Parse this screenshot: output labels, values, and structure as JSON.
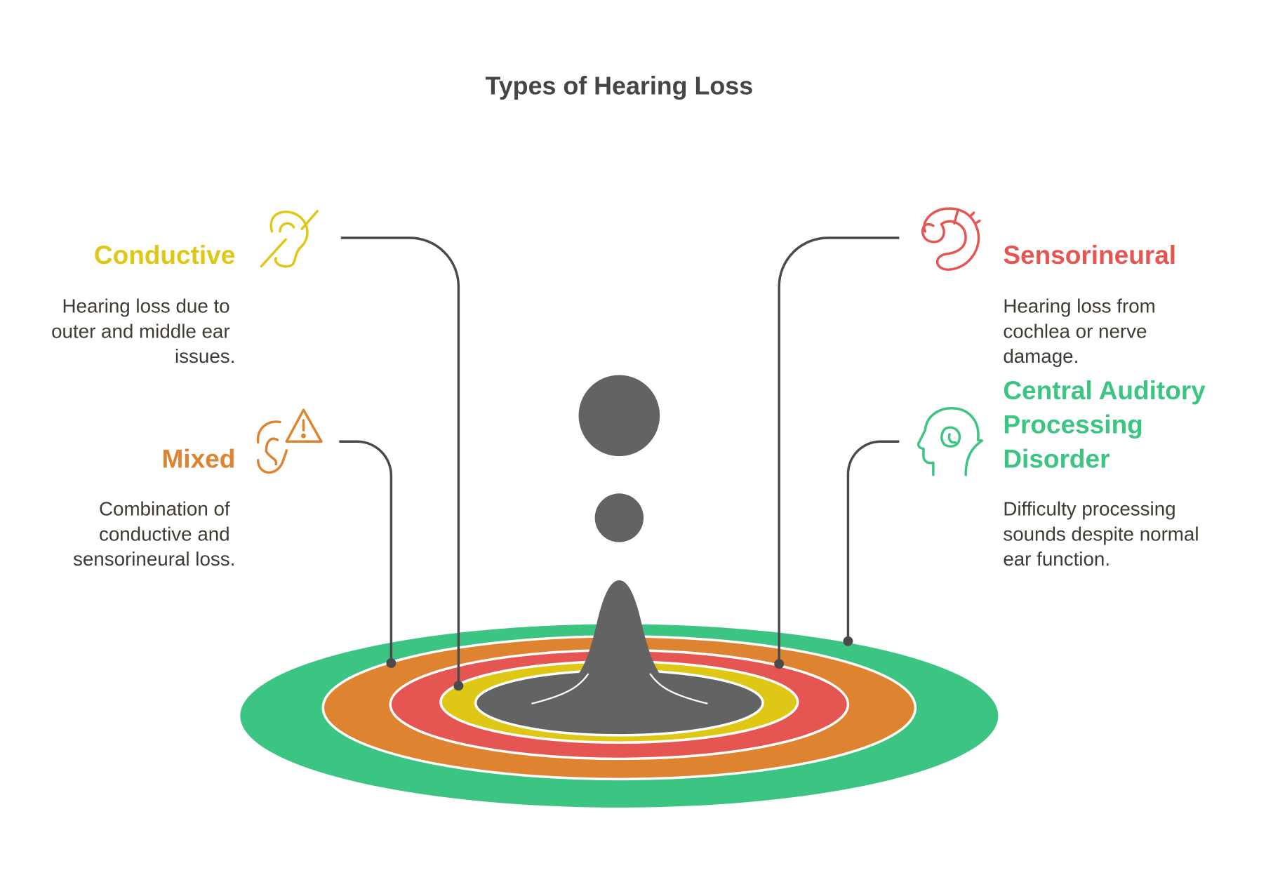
{
  "title": "Types of Hearing Loss",
  "colors": {
    "conductive": "#DFC815",
    "mixed": "#DE8431",
    "sensorineural": "#E55653",
    "capd": "#3CC483",
    "dark": "#636363",
    "connector": "#4a4a4a"
  },
  "items": {
    "conductive": {
      "title": "Conductive",
      "icon": "ear-slash-icon",
      "desc": [
        "Hearing loss due to",
        "outer and middle ear",
        "issues."
      ]
    },
    "mixed": {
      "title": "Mixed",
      "icon": "ear-warning-icon",
      "desc": [
        "Combination of",
        "conductive and",
        "sensorineural loss."
      ]
    },
    "sensorineural": {
      "title": "Sensorineural",
      "icon": "cochlea-icon",
      "desc": [
        "Hearing loss from",
        "cochlea or nerve",
        "damage."
      ]
    },
    "capd": {
      "title": [
        "Central Auditory",
        "Processing",
        "Disorder"
      ],
      "icon": "head-brain-icon",
      "desc": [
        "Difficulty processing",
        "sounds despite normal",
        "ear function."
      ]
    }
  }
}
